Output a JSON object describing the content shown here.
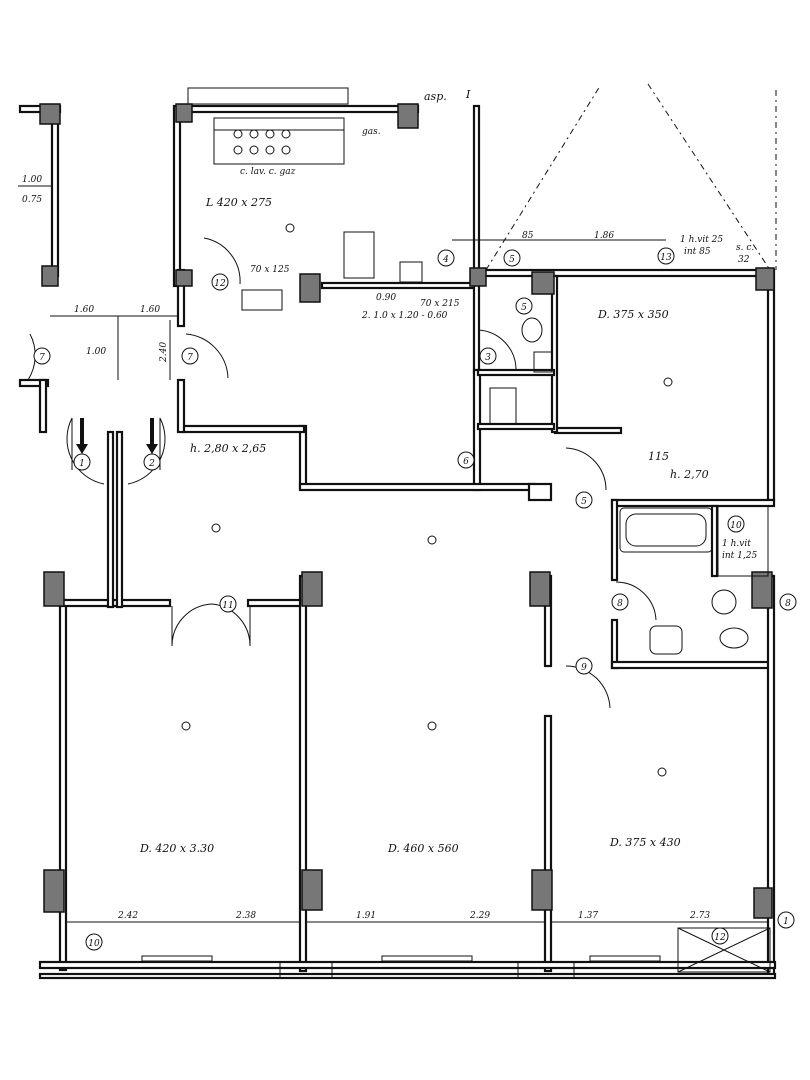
{
  "rooms": {
    "kitchen_dim": "L 420 x 275",
    "kitchen_counter": "c. lav. c. gaz",
    "gas": "gas.",
    "asp": "asp.",
    "roman_one": "I",
    "hall_dim": "h. 2,80 x 2,65",
    "bedroom_ne_dim": "D. 375 x 350",
    "bedroom_ne_code": "115",
    "bedroom_ne_height": "h. 2,70",
    "room_sw_dim": "D. 420 x 3.30",
    "room_s_dim": "D. 460 x 560",
    "room_se_dim": "D. 375 x 430",
    "closet_dim": "2. 1.0 x 1.20 - 0.60"
  },
  "dimensions": {
    "d_100_left": "1.00",
    "d_075": "0.75",
    "d_160_a": "1.60",
    "d_160_b": "1.60",
    "d_100_mid": "1.00",
    "d_240": "2.40",
    "d_70x125": "70 x 125",
    "d_090": "0.90",
    "d_70x215": "70 x 215",
    "d_85": "85",
    "d_186": "1.86",
    "hvit_1": "1 h.vit 25",
    "hvit_1b": "int 85",
    "sc": "s. c.",
    "sc_32": "32",
    "hvit_2": "1 h.vit",
    "hvit_2b": "int 1,25",
    "bottom_242": "2.42",
    "bottom_238": "2.38",
    "bottom_191": "1.91",
    "bottom_229": "2.29",
    "bottom_137": "1.37",
    "bottom_273": "2.73"
  },
  "markers": {
    "m1a": "1",
    "m2": "2",
    "m3": "3",
    "m4": "4",
    "m5a": "5",
    "m5b": "5",
    "m5c": "5",
    "m6": "6",
    "m7a": "7",
    "m7b": "7",
    "m8a": "8",
    "m8b": "8",
    "m9": "9",
    "m10a": "10",
    "m10b": "10",
    "m11": "11",
    "m12a": "12",
    "m12b": "12",
    "m13": "13",
    "m1b": "1"
  }
}
